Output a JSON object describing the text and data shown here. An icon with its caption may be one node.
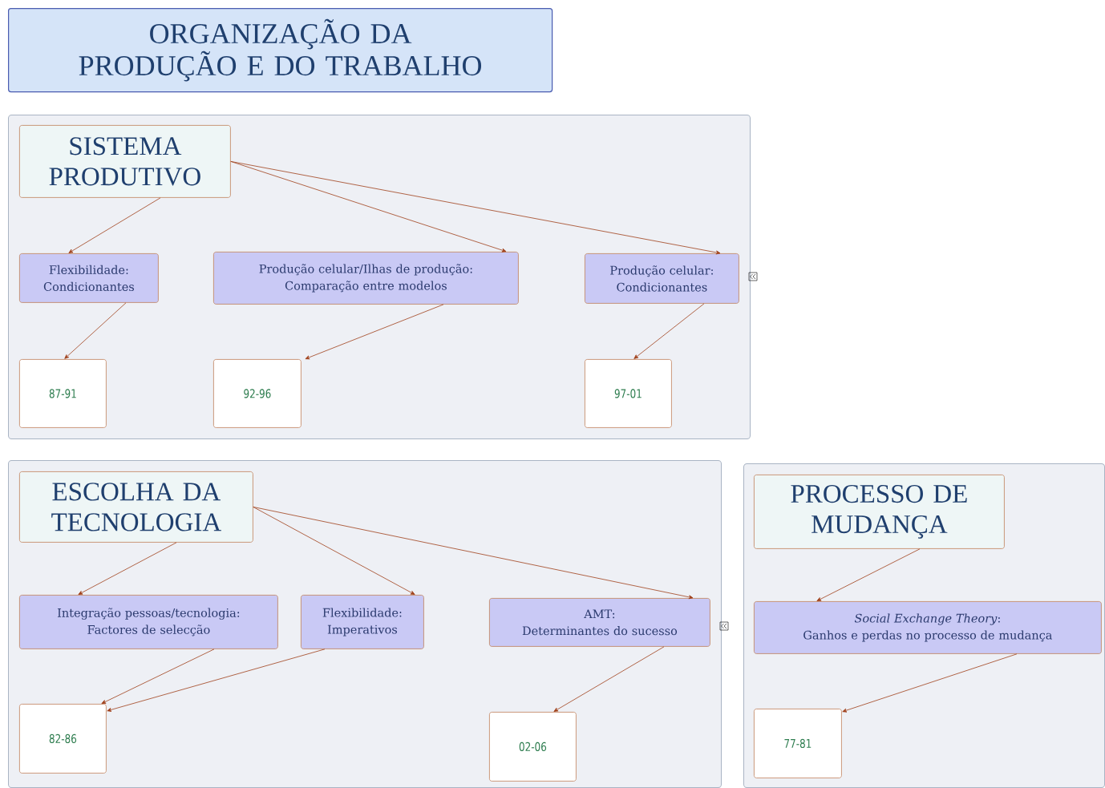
{
  "diagram": {
    "nodes": [
      {
        "text": [
          "ORGANIZAÇÃO DA PRODUÇÃO E DO TRABALHO"
        ]
      },
      {
        "text": [],
        "shape": "box"
      },
      {
        "text": [
          "SISTEMA PRODUTIVO"
        ],
        "in": 1
      },
      {
        "text": [
          "Flexibilidade:",
          "Condicionantes"
        ],
        "in": 1
      },
      {
        "text": [
          "Produção celular/Ilhas de produção:",
          "Comparação entre modelos"
        ],
        "in": 1
      },
      {
        "text": [
          "Produção celular:",
          "Condicionantes"
        ],
        "in": 1
      },
      {
        "text": [
          "87-91"
        ],
        "in": 1
      },
      {
        "text": [
          "92-96"
        ],
        "in": 1
      },
      {
        "text": [
          "97-01"
        ],
        "in": 1
      },
      {
        "text": [],
        "shape": "box"
      },
      {
        "text": [
          "ESCOLHA DA TECNOLOGIA"
        ],
        "in": 9
      },
      {
        "text": [
          "Integração pessoas/tecnologia:",
          "Factores de selecção"
        ],
        "in": 9
      },
      {
        "text": [
          "Flexibilidade:",
          "Imperativos"
        ],
        "in": 9
      },
      {
        "text": [
          "AMT:",
          "Determinantes do sucesso"
        ],
        "in": 9
      },
      {
        "text": [
          "82-86"
        ],
        "in": 9
      },
      {
        "text": [
          "02-06"
        ],
        "in": 9
      },
      {
        "text": [],
        "shape": "box"
      },
      {
        "text": [
          "PROCESSO DE MUDANÇA"
        ],
        "in": 16
      },
      {
        "text": [
          "*Social Exchange Theory*:",
          "Ganhos e perdas no processo de mudança"
        ],
        "in": 16
      },
      {
        "text": [
          "77-81"
        ],
        "in": 16
      }
    ],
    "edges": [
      {
        "from": 2,
        "to": 3,
        "arrow": "to"
      },
      {
        "from": 2,
        "to": 4,
        "arrow": "to"
      },
      {
        "from": 2,
        "to": 5,
        "arrow": "to"
      },
      {
        "from": 3,
        "to": 6,
        "arrow": "to"
      },
      {
        "from": 4,
        "to": 7,
        "arrow": "to"
      },
      {
        "from": 5,
        "to": 8,
        "arrow": "to"
      },
      {
        "from": 10,
        "to": 11,
        "arrow": "to"
      },
      {
        "from": 10,
        "to": 12,
        "arrow": "to"
      },
      {
        "from": 10,
        "to": 13,
        "arrow": "to"
      },
      {
        "from": 11,
        "to": 14,
        "arrow": "to"
      },
      {
        "from": 12,
        "to": 14,
        "arrow": "to"
      },
      {
        "from": 13,
        "to": 15,
        "arrow": "to"
      },
      {
        "from": 17,
        "to": 18,
        "arrow": "to"
      },
      {
        "from": 18,
        "to": 19,
        "arrow": "to"
      }
    ]
  }
}
